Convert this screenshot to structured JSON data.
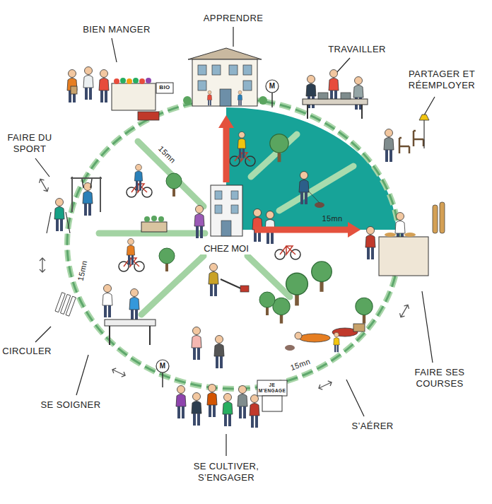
{
  "diagram": {
    "nodes": [
      {
        "text": [
          "CHEZ MOI"
        ]
      }
    ],
    "labels": [
      "BIEN MANGER",
      "APPRENDRE",
      "M",
      "TRAVAILLER",
      "PARTAGER ET RÉEMPLOYER",
      "BIO",
      "FAIRE DU SPORT",
      "15mn",
      "15mn",
      "15mn",
      "CIRCULER",
      "SE SOIGNER",
      "M",
      "15mn",
      "JE M’ENGAGE",
      "FAIRE SES COURSES",
      "S’AÉRER",
      "SE CULTIVER, S’ENGAGER"
    ]
  }
}
